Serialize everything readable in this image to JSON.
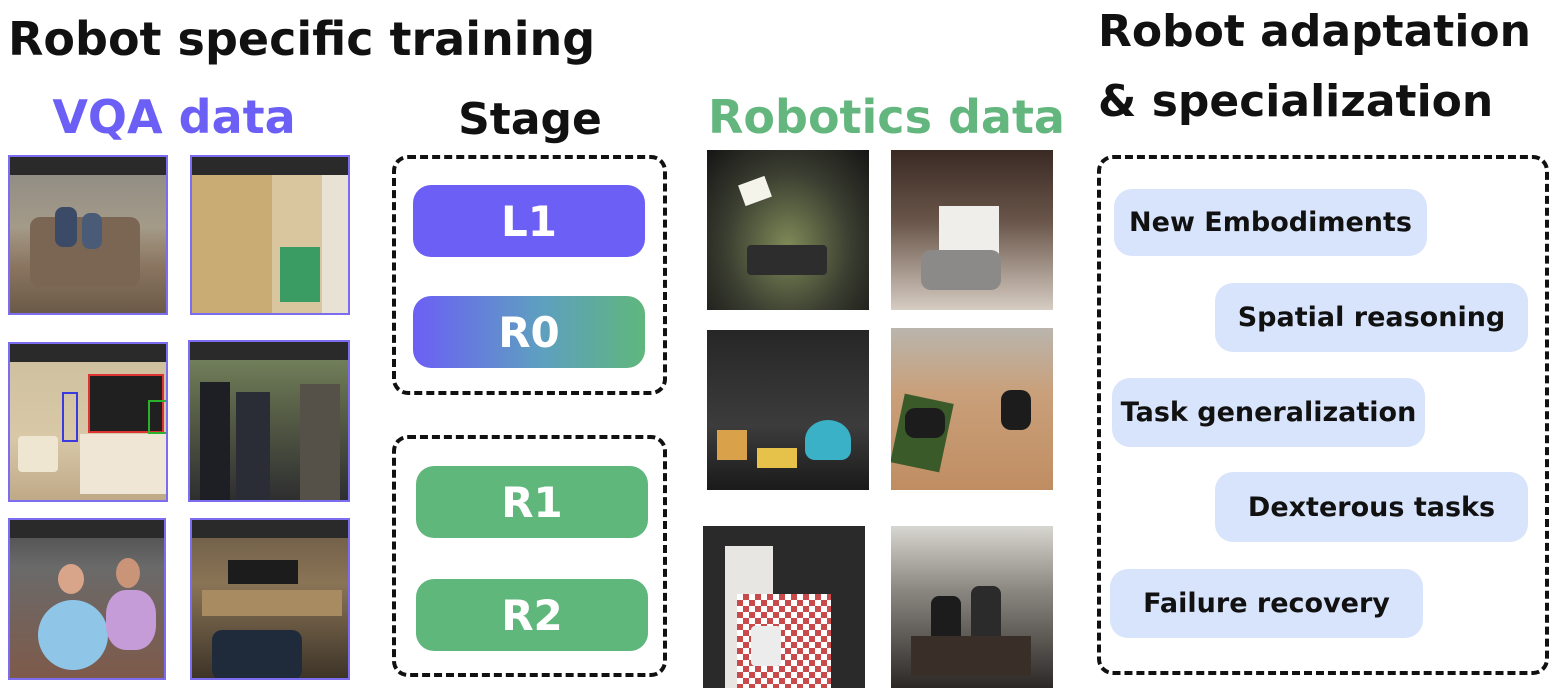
{
  "titles": {
    "left": "Robot specific training",
    "right_line1": "Robot  adaptation",
    "right_line2": "& specialization"
  },
  "columns": {
    "vqa": "VQA data",
    "stage": "Stage",
    "robotics": "Robotics data"
  },
  "stages": {
    "group1": [
      "L1",
      "R0"
    ],
    "group2": [
      "R1",
      "R2"
    ]
  },
  "skills": [
    "New  Embodiments",
    "Spatial reasoning",
    "Task generalization",
    "Dexterous tasks",
    "Failure recovery"
  ],
  "colors": {
    "vqa": "#6c5ff5",
    "robotics": "#63b67e",
    "stage_purple": "#6c5ff5",
    "stage_green": "#5fb77c",
    "skill_bg": "#d8e4fb"
  }
}
